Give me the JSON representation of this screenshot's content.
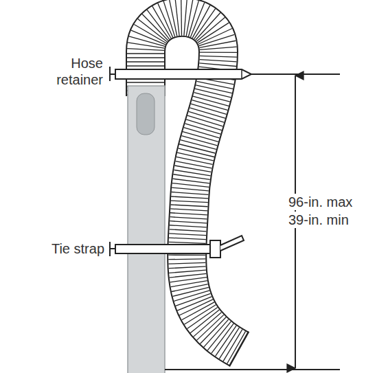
{
  "diagram": {
    "labels": [
      "Hose retainer",
      "Tie strap",
      "96-in. max",
      "39-in. min"
    ]
  }
}
